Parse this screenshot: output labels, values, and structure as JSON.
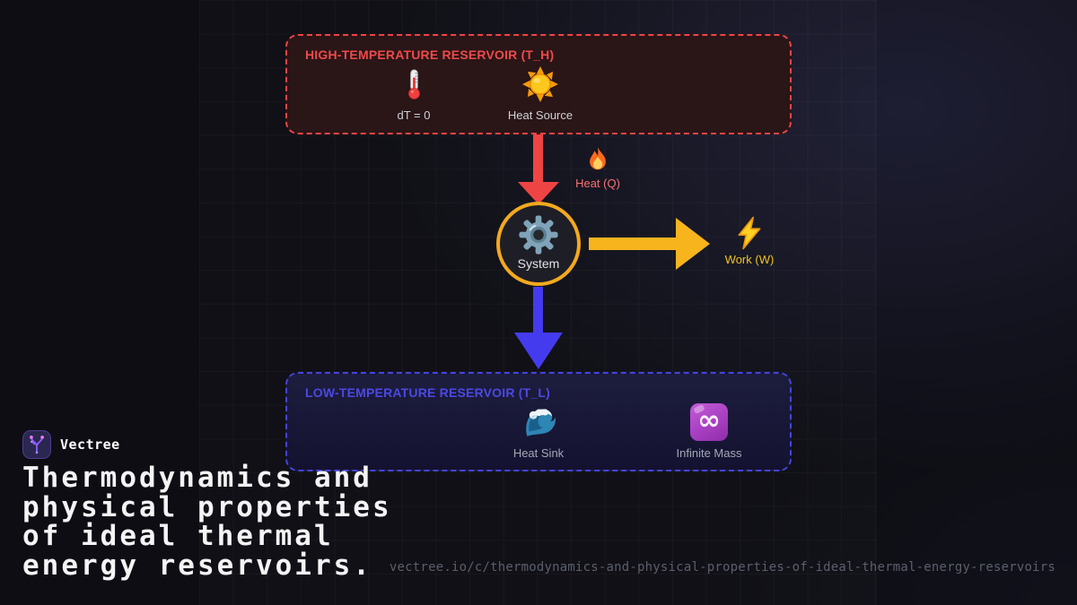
{
  "brand": {
    "name": "Vectree",
    "title_lines": [
      "Thermodynamics and",
      "physical properties",
      "of ideal thermal",
      "energy reservoirs."
    ],
    "url": "vectree.io/c/thermodynamics-and-physical-properties-of-ideal-thermal-energy-reservoirs"
  },
  "diagram": {
    "high_reservoir": {
      "title": "HIGH-TEMPERATURE RESERVOIR (T_H)",
      "stations": [
        {
          "icon": "thermometer-icon",
          "label": "dT = 0"
        },
        {
          "icon": "sun-icon",
          "label": "Heat Source"
        }
      ]
    },
    "heat_flow": {
      "icon": "fire-icon",
      "label": "Heat (Q)"
    },
    "system_node": {
      "icon": "gear-icon",
      "label": "System"
    },
    "work_flow": {
      "icon": "lightning-icon",
      "label": "Work (W)"
    },
    "low_reservoir": {
      "title": "LOW-TEMPERATURE RESERVOIR (T_L)",
      "stations": [
        {
          "icon": "wave-icon",
          "label": "Heat Sink"
        },
        {
          "icon": "infinity-icon",
          "label": "Infinite Mass",
          "glyph": "∞"
        }
      ]
    }
  },
  "colors": {
    "background": "#0d0d13",
    "hot_accent": "#ee4444",
    "hot_box_fill": "#2a1517",
    "cold_accent": "#4544dd",
    "work_accent": "#f7b41d",
    "heat_label_text": "#f87171",
    "work_label_text": "#f2c31d",
    "system_ring": "#f3a91e",
    "brand_purple": "#8b5cf6"
  }
}
